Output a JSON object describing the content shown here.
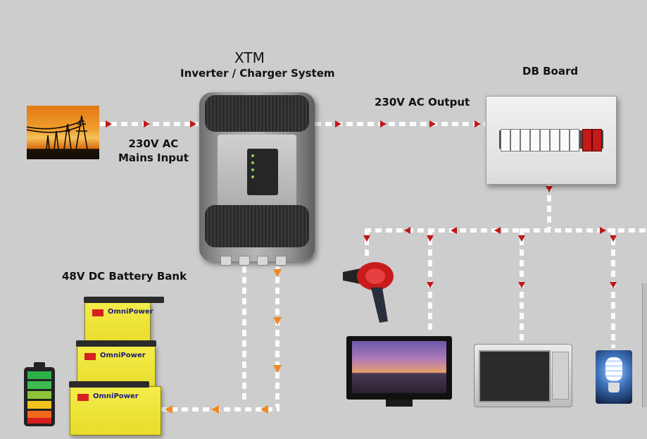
{
  "xtm": {
    "title": "XTM",
    "subtitle": "Inverter / Charger System"
  },
  "db_board": {
    "title": "DB Board"
  },
  "ac_output": {
    "label": "230V AC Output"
  },
  "mains_input": {
    "line1": "230V AC",
    "line2": "Mains Input"
  },
  "battery_bank": {
    "title": "48V DC Battery Bank",
    "brand": "OmniPower"
  },
  "appliances": [
    "hair-dryer",
    "television",
    "microwave",
    "cfl-bulb"
  ],
  "colors": {
    "flow_arrow": "#c01818",
    "dc_arrow": "#f08a1e",
    "battery": "#f0e63c",
    "dash": "#fbfbfb",
    "background": "#cdcdcd"
  }
}
